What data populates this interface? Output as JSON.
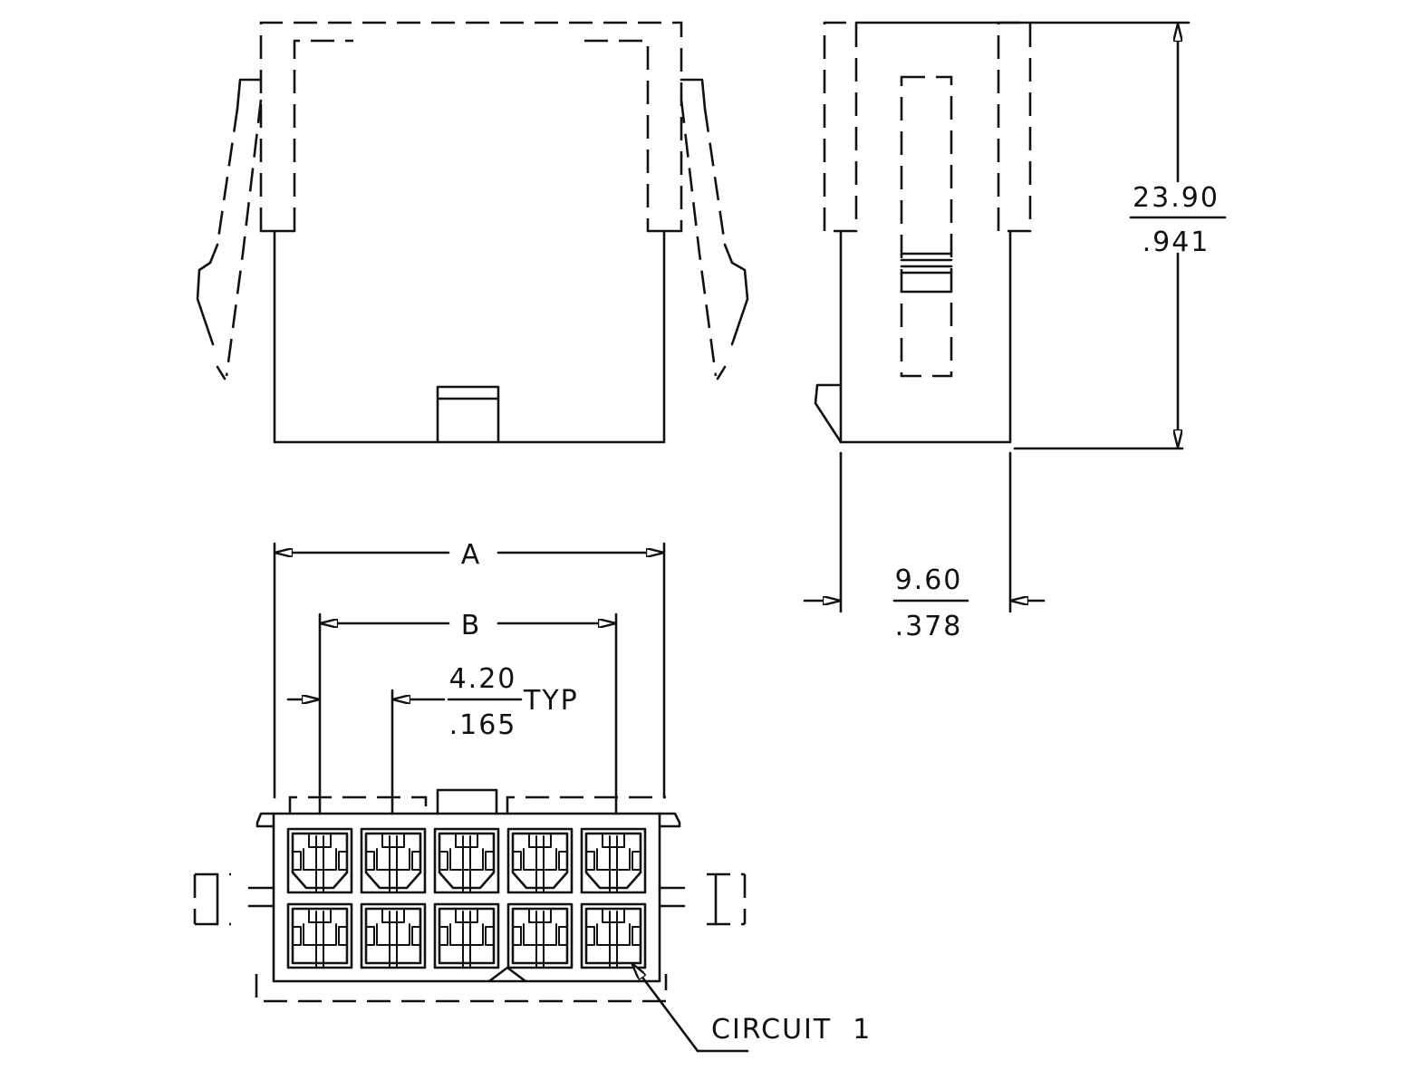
{
  "drawing": {
    "height_dim": {
      "mm": "23.90",
      "inch": ".941"
    },
    "depth_dim": {
      "mm": "9.60",
      "inch": ".378"
    },
    "dim_a_label": "A",
    "dim_b_label": "B",
    "pitch_dim": {
      "mm": "4.20",
      "inch": ".165",
      "suffix": "TYP"
    },
    "circuit_label": "CIRCUIT  1",
    "cavity_rows": 2,
    "cavity_cols": 5
  }
}
